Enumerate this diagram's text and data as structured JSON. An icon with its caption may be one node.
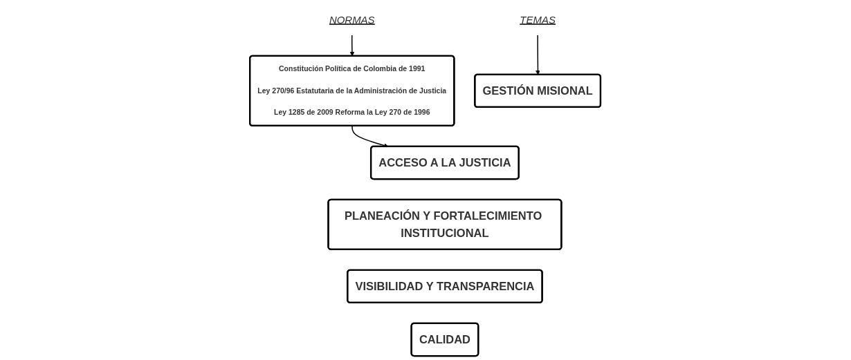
{
  "diagram": {
    "nodes": [
      {
        "text": [
          "NORMAS"
        ]
      },
      {
        "text": [
          "Constitución Política de Colombia de 1991",
          "Ley 270/96 Estatutaria de la Administración de Justicia",
          "Ley 1285 de 2009 Reforma la Ley 270 de 1996"
        ]
      },
      {
        "text": [
          "TEMAS"
        ]
      },
      {
        "text": [
          "GESTIÓN MISIONAL"
        ]
      },
      {
        "text": [
          "ACCESO A LA JUSTICIA"
        ]
      },
      {
        "text": [
          "PLANEACIÓN Y FORTALECIMIENTO INSTITUCIONAL"
        ]
      },
      {
        "text": [
          "VISIBILIDAD Y TRANSPARENCIA"
        ]
      },
      {
        "text": [
          "CALIDAD"
        ]
      }
    ],
    "edges": [
      {
        "from": 0,
        "to": 1,
        "arrow": "to"
      },
      {
        "from": 2,
        "to": 3,
        "arrow": "to"
      },
      {
        "from": 1,
        "to": 4,
        "arrow": "to"
      }
    ]
  }
}
